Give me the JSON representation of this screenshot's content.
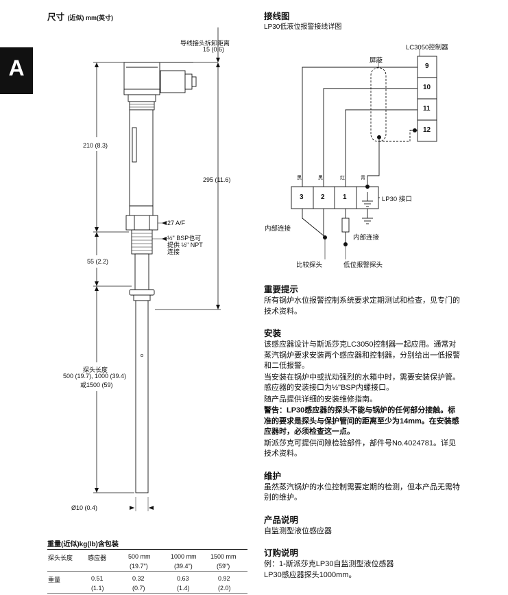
{
  "tab_letter": "A",
  "dimensions": {
    "title": "尺寸",
    "title_suffix": "(近似) mm(英寸)",
    "labels": {
      "clearance": "导线接头拆卸距离",
      "clearance_value": "15 (0.6)",
      "len_210": "210 (8.3)",
      "len_295": "295 (11.6)",
      "af": "27 A/F",
      "bsp_1": "½\" BSP也可",
      "bsp_2": "提供 ½\" NPT",
      "bsp_3": "连接",
      "len_55": "55 (2.2)",
      "probe_1": "探头长度",
      "probe_2": "500 (19.7), 1000 (39.4)",
      "probe_3": "或1500 (59)",
      "diameter": "Ø10 (0.4)"
    }
  },
  "weights": {
    "title": "重量(近似)kg(lb)含包装",
    "headers": [
      "探头长度",
      "感应器",
      "500 mm",
      "1000 mm",
      "1500 mm"
    ],
    "header_sub": [
      "",
      "",
      "(19.7\")",
      "(39.4\")",
      "(59\")"
    ],
    "row_label": "重量",
    "values": [
      "0.51",
      "0.32",
      "0.63",
      "0.92"
    ],
    "values_sub": [
      "(1.1)",
      "(0.7)",
      "(1.4)",
      "(2.0)"
    ]
  },
  "wiring": {
    "title": "接线图",
    "subtitle": "LP30低液位报警接线详图",
    "controller": "LC3050控制器",
    "terminals": [
      "9",
      "10",
      "11",
      "12"
    ],
    "shield": "屏蔽",
    "lp30_terminals": [
      "3",
      "2",
      "1"
    ],
    "lp30_label": "LP30 接口",
    "wire_labels": [
      "黑",
      "黑",
      "红",
      "青"
    ],
    "internal_1": "内部连接",
    "internal_2": "内部连接",
    "compare_probe": "比较探头",
    "low_probe": "低位报警探头"
  },
  "sections": {
    "notice_title": "重要提示",
    "notice_body": "所有锅炉水位报警控制系统要求定期测试和检查，见专门的技术资料。",
    "install_title": "安装",
    "install_p1": "该感应器设计与斯派莎克LC3050控制器一起应用。通常对蒸汽锅炉要求安装两个感应器和控制器，分别给出一低报警和二低报警。",
    "install_p2": "当安装在锅炉中或扰动强烈的水箱中时，需要安装保护管。感应器的安装接口为½\"BSP内螺接口。",
    "install_p3": "随产品提供详细的安装维修指南。",
    "install_warn": "警告：LP30感应器的探头不能与锅炉的任何部分接触。标准的要求是探头与保护管间的距离至少为14mm。在安装感应器时，必须检查这一点。",
    "install_p4": "斯派莎克可提供间隙检验部件，部件号No.4024781。详见技术资料。",
    "maint_title": "维护",
    "maint_body": "虽然蒸汽锅炉的水位控制需要定期的检测，但本产品无需特别的维护。",
    "product_title": "产品说明",
    "product_body": "自监测型液位感应器",
    "order_title": "订购说明",
    "order_1": "例：1-斯派莎克LP30自监测型液位感器",
    "order_2": "LP30感应器探头1000mm。"
  }
}
